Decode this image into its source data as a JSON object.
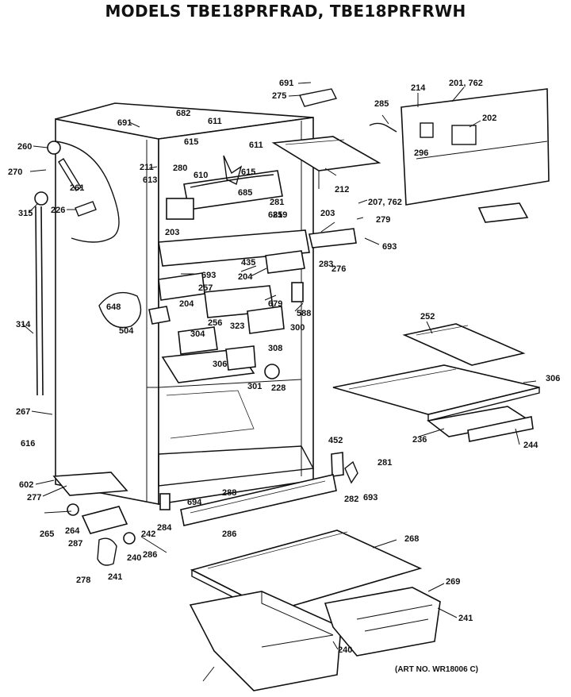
{
  "title": "MODELS TBE18PRFRAD, TBE18PRFRWH",
  "art_number": "(ART NO. WR18006 C)",
  "part_labels": [
    "691",
    "275",
    "285",
    "214",
    "201, 762",
    "202",
    "260",
    "270",
    "691",
    "682",
    "611",
    "615",
    "611",
    "296",
    "211",
    "280",
    "610",
    "615",
    "613",
    "212",
    "261",
    "685",
    "207, 762",
    "281",
    "315",
    "226",
    "685",
    "219",
    "203",
    "279",
    "203",
    "283",
    "693",
    "276",
    "435",
    "204",
    "693",
    "257",
    "679",
    "204",
    "648",
    "588",
    "256",
    "314",
    "323",
    "300",
    "504",
    "304",
    "308",
    "252",
    "306",
    "301",
    "228",
    "306",
    "267",
    "452",
    "236",
    "244",
    "616",
    "281",
    "602",
    "277",
    "288",
    "282",
    "693",
    "694",
    "284",
    "286",
    "265",
    "264",
    "287",
    "242",
    "268",
    "286",
    "240",
    "269",
    "278",
    "241",
    "241",
    "240"
  ]
}
